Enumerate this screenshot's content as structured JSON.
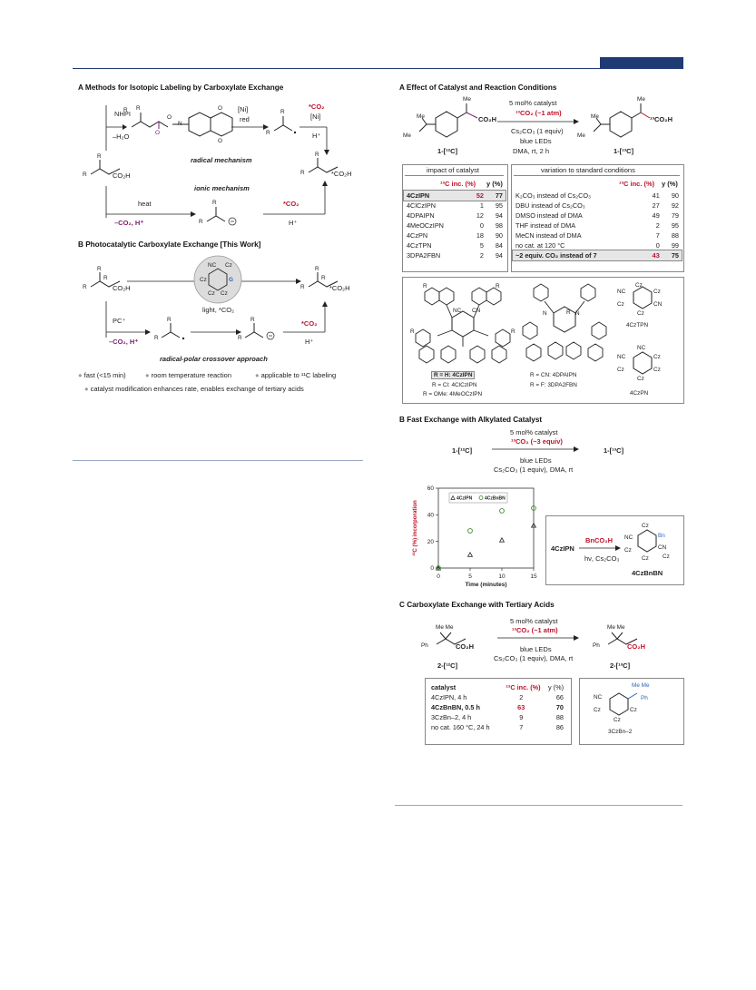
{
  "panel_left": {
    "A": {
      "title": "A  Methods for Isotopic Labeling by Carboxylate Exchange",
      "nhpi": "NHPI",
      "minus_h2o": "–H₂O",
      "ni_red_1": "[Ni]",
      "ni_red_2": "red",
      "co2_star": "*CO₂",
      "ni": "[Ni]",
      "h_plus": "H⁺",
      "radical_mechanism": "radical mechanism",
      "ionic_mechanism": "ionic mechanism",
      "heat": "heat",
      "minus_co2_h": "–CO₂, H⁺",
      "co2_star_2": "*CO₂",
      "h_plus_2": "H⁺",
      "acid_label": "CO₂H",
      "product_label": "*CO₂H"
    },
    "B": {
      "title": "B  Photocatalytic Carboxylate Exchange [This Work]",
      "light_co2": "light, *CO₂",
      "pc_plus": "PC⁺",
      "minus_co2_h": "–CO₂, H⁺",
      "co2_star": "*CO₂",
      "h_plus": "H⁺",
      "approach": "radical-polar crossover approach",
      "bullet1": "fast (<15 min)",
      "bullet2": "room temperature reaction",
      "bullet3": "applicable to ¹¹C labeling",
      "bullet4": "catalyst modification enhances rate, enables exchange of tertiary acids",
      "acid_label": "CO₂H",
      "product_label": "*CO₂H"
    }
  },
  "panel_right": {
    "A": {
      "title": "A  Effect of Catalyst and Reaction Conditions",
      "cond1": "5 mol% catalyst",
      "cond2": "¹³CO₂ (~1 atm)",
      "cond3": "Cs₂CO₃ (1 equiv)",
      "cond4": "blue LEDs",
      "cond5": "DMA, rt, 2 h",
      "sm_label": "1-[¹²C]",
      "prod_label": "1-[¹³C]",
      "sm_acid": "CO₂H",
      "prod_acid": "¹³CO₂H",
      "me": "Me",
      "table1": {
        "header": "impact of catalyst",
        "col1": "¹³C inc. (%)",
        "col2": "y (%)",
        "rows": [
          {
            "name": "4CzIPN",
            "inc": "52",
            "y": "77"
          },
          {
            "name": "4ClCzIPN",
            "inc": "1",
            "y": "95"
          },
          {
            "name": "4DPAIPN",
            "inc": "12",
            "y": "94"
          },
          {
            "name": "4MeOCzIPN",
            "inc": "0",
            "y": "98"
          },
          {
            "name": "4CzPN",
            "inc": "18",
            "y": "90"
          },
          {
            "name": "4CzTPN",
            "inc": "5",
            "y": "84"
          },
          {
            "name": "3DPA2FBN",
            "inc": "2",
            "y": "94"
          }
        ]
      },
      "table2": {
        "header": "variation to standard conditions",
        "col1": "¹³C inc. (%)",
        "col2": "y (%)",
        "rows": [
          {
            "name": "K₂CO₃ instead of Cs₂CO₃",
            "inc": "41",
            "y": "90"
          },
          {
            "name": "DBU instead of Cs₂CO₃",
            "inc": "27",
            "y": "92"
          },
          {
            "name": "DMSO instead of DMA",
            "inc": "49",
            "y": "79"
          },
          {
            "name": "THF instead of DMA",
            "inc": "2",
            "y": "95"
          },
          {
            "name": "MeCN instead of DMA",
            "inc": "7",
            "y": "88"
          },
          {
            "name": "no cat. at 120 °C",
            "inc": "0",
            "y": "99"
          },
          {
            "name": "~2 equiv. CO₂ instead of 7",
            "inc": "43",
            "y": "75"
          }
        ]
      },
      "structures": {
        "cap1a": "R = H: 4CzIPN",
        "cap1b": "R = Cl: 4ClCzIPN",
        "cap1c": "R = OMe: 4MeOCzIPN",
        "cap2a": "R = CN: 4DPAIPN",
        "cap2b": "R = F: 3DPA2FBN",
        "cap3": "4CzTPN",
        "cap4": "4CzPN",
        "nc": "NC",
        "cn": "CN",
        "cz": "Cz",
        "r": "R",
        "n": "N"
      }
    },
    "B": {
      "title": "B  Fast Exchange with Alkylated Catalyst",
      "cond1": "5 mol% catalyst",
      "cond2": "¹³CO₂ (~3 equiv)",
      "cond3": "blue LEDs",
      "cond4": "Cs₂CO₃ (1 equiv), DMA, rt",
      "sm_label": "1-[¹²C]",
      "prod_label": "1-[¹³C]",
      "inset": {
        "reactant": "4CzIPN",
        "reagent": "BnCO₂H",
        "cond": "hν, Cs₂CO₃",
        "product": "4CzBnBN",
        "bn": "Bn"
      }
    },
    "C": {
      "title": "C  Carboxylate Exchange with Tertiary Acids",
      "cond1": "5 mol% catalyst",
      "cond2": "¹³CO₂ (~1 atm)",
      "cond3": "blue LEDs",
      "cond4": "Cs₂CO₃ (1 equiv), DMA, rt",
      "sm_label": "2-[¹²C]",
      "prod_label": "2-[¹³C]",
      "me_me": "Me  Me",
      "ph": "Ph",
      "sm_acid": "CO₂H",
      "prod_acid": "CO₂H",
      "table": {
        "col0": "catalyst",
        "col1": "¹³C inc. (%)",
        "col2": "y (%)",
        "rows": [
          {
            "name": "4CzIPN, 4 h",
            "inc": "2",
            "y": "66"
          },
          {
            "name": "4CzBnBN, 0.5 h",
            "inc": "63",
            "y": "70"
          },
          {
            "name": "3CzBn–2, 4 h",
            "inc": "9",
            "y": "88"
          },
          {
            "name": "no cat. 160 °C, 24 h",
            "inc": "7",
            "y": "86"
          }
        ]
      },
      "cat_label": "3CzBn–2",
      "cat_me_me": "Me  Me",
      "cat_ph": "Ph"
    }
  },
  "chart_data": {
    "type": "scatter",
    "xlabel": "Time (minutes)",
    "ylabel": "¹³C (%) incorporation",
    "xlim": [
      0,
      15
    ],
    "ylim": [
      0,
      60
    ],
    "xticks": [
      0,
      5,
      10,
      15
    ],
    "yticks": [
      0,
      20,
      40,
      60
    ],
    "legend": "top-left",
    "series": [
      {
        "name": "4CzIPN",
        "marker": "triangle",
        "color": "#333333",
        "x": [
          0,
          5,
          10,
          15
        ],
        "y": [
          0,
          10,
          21,
          32
        ]
      },
      {
        "name": "4CzBnBN",
        "marker": "circle",
        "color": "#3f8a2a",
        "x": [
          0,
          5,
          10,
          15
        ],
        "y": [
          0,
          28,
          43,
          45
        ]
      }
    ]
  }
}
